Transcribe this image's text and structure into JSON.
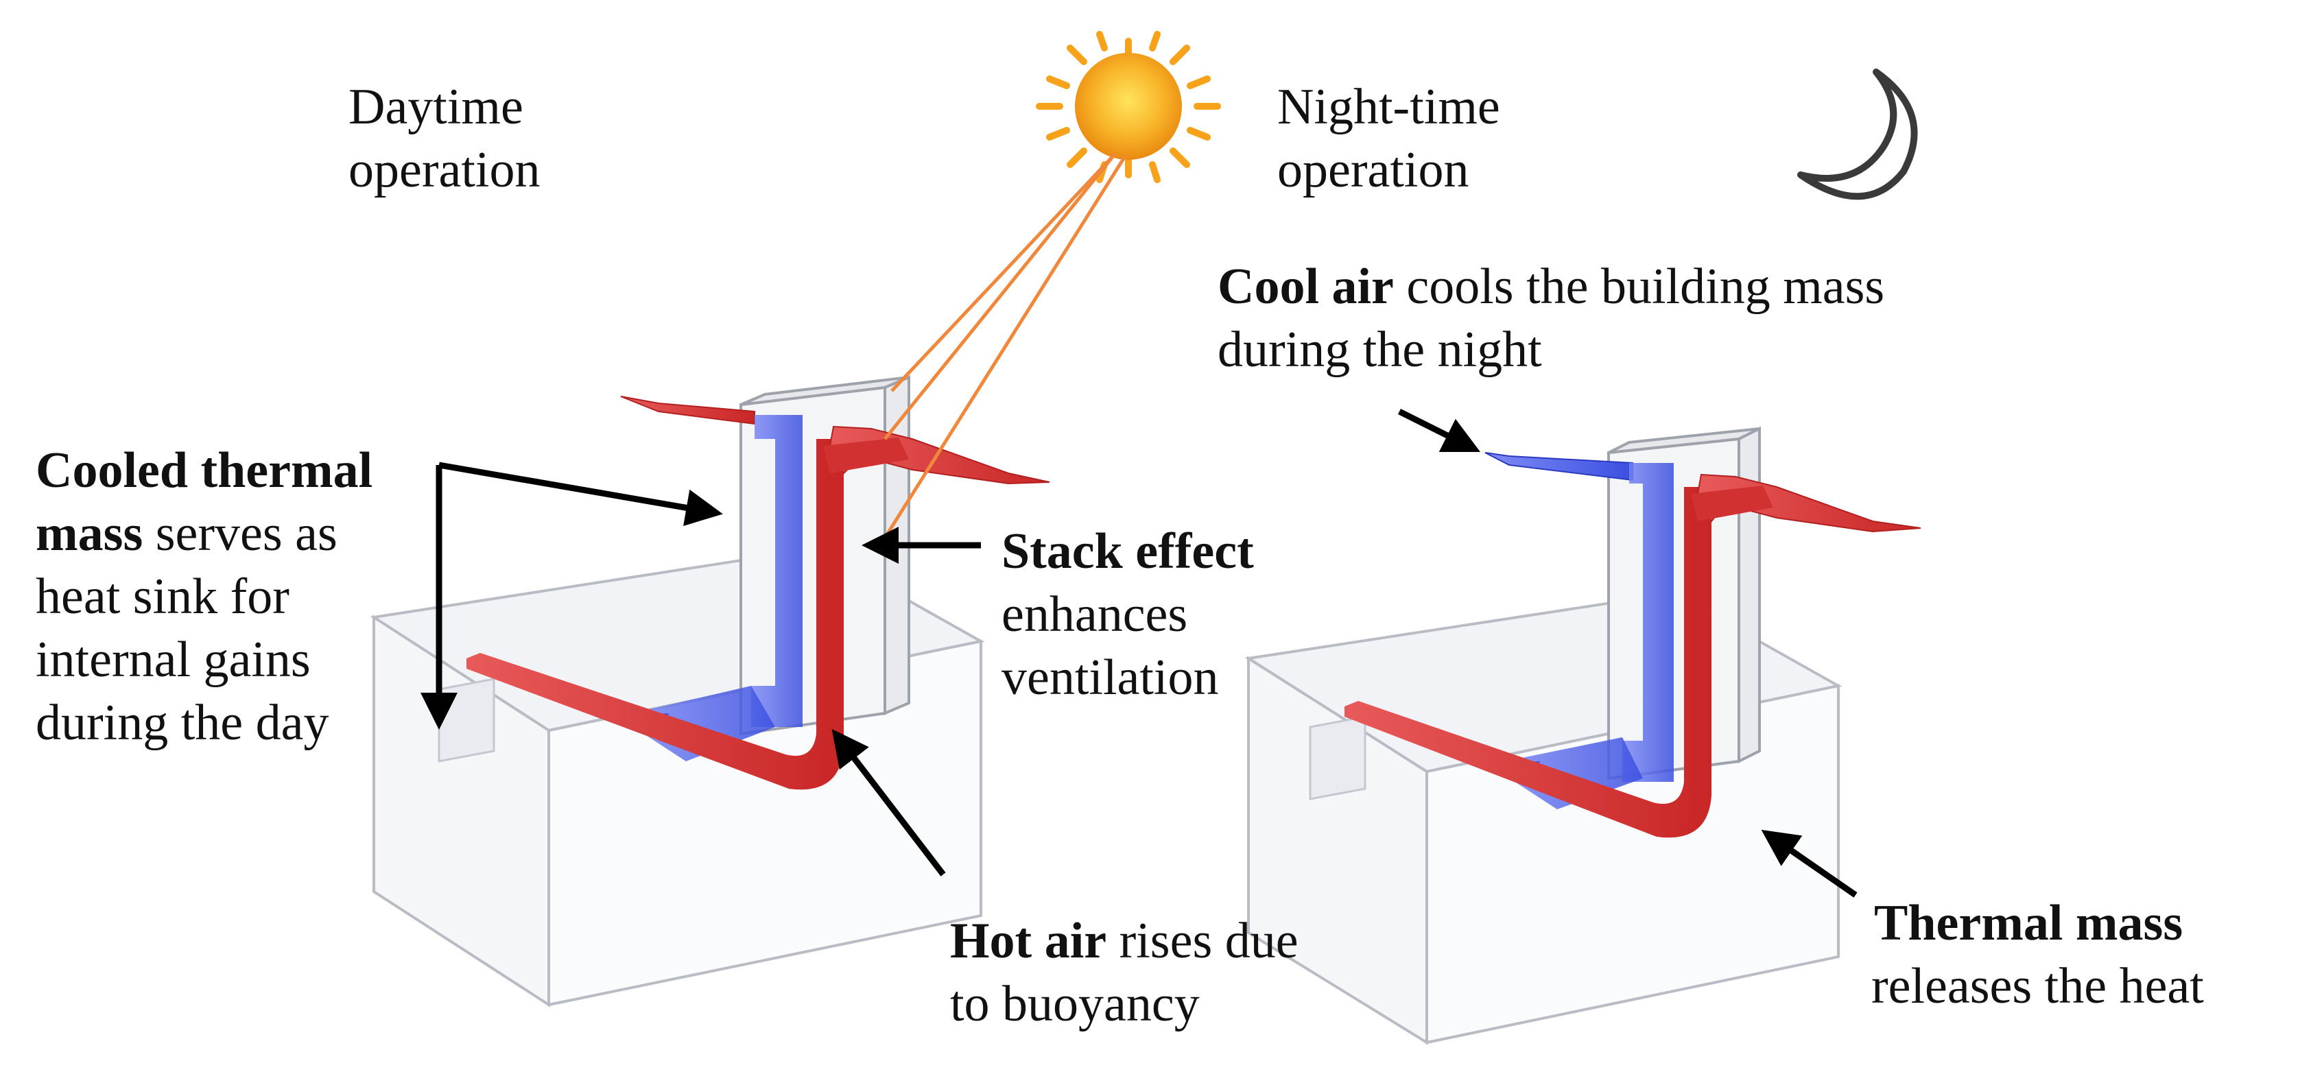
{
  "day_title": {
    "line1": "Daytime",
    "line2": "operation"
  },
  "night_title": {
    "line1": "Night-time",
    "line2": "operation"
  },
  "cooled_mass": {
    "bold1": "Cooled thermal",
    "bold2": "mass",
    "rest2": " serves as",
    "line3": "heat sink for",
    "line4": "internal gains",
    "line5": "during the day"
  },
  "stack_effect": {
    "bold": "Stack effect",
    "line2": "enhances",
    "line3": "ventilation"
  },
  "hot_air": {
    "bold": "Hot air",
    "rest": " rises due",
    "line2": "to buoyancy"
  },
  "cool_air": {
    "bold": "Cool air",
    "rest": " cools the building  mass",
    "line2": "during  the night"
  },
  "thermal_mass": {
    "bold": "Thermal mass",
    "line2": "releases the heat"
  },
  "colors": {
    "cool_flow": "#3b4fe0",
    "warm_flow": "#e03a3a",
    "sun": "#f7a21b",
    "solar_ray": "#f0883c",
    "building_edge": "#b9bcc4"
  },
  "icons": [
    "sun-icon",
    "moon-icon"
  ]
}
